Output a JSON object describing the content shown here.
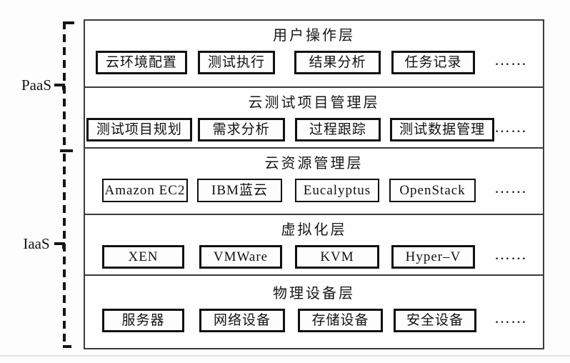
{
  "diagram": {
    "brackets": [
      {
        "label": "PaaS"
      },
      {
        "label": "IaaS"
      }
    ],
    "layers": [
      {
        "title": "用户操作层",
        "boxes": [
          "云环境配置",
          "测试执行",
          "结果分析",
          "任务记录"
        ],
        "more": "……"
      },
      {
        "title": "云测试项目管理层",
        "boxes": [
          "测试项目规划",
          "需求分析",
          "过程跟踪",
          "测试数据管理"
        ],
        "more": "……"
      },
      {
        "title": "云资源管理层",
        "boxes": [
          "Amazon EC2",
          "IBM蓝云",
          "Eucalyptus",
          "OpenStack"
        ],
        "more": "……"
      },
      {
        "title": "虚拟化层",
        "boxes": [
          "XEN",
          "VMWare",
          "KVM",
          "Hyper–V"
        ],
        "more": "……"
      },
      {
        "title": "物理设备层",
        "boxes": [
          "服务器",
          "网络设备",
          "存储设备",
          "安全设备"
        ],
        "more": "……"
      }
    ],
    "colors": {
      "border": "#3c3c3c",
      "node_border": "#101010",
      "text": "#111111"
    }
  }
}
